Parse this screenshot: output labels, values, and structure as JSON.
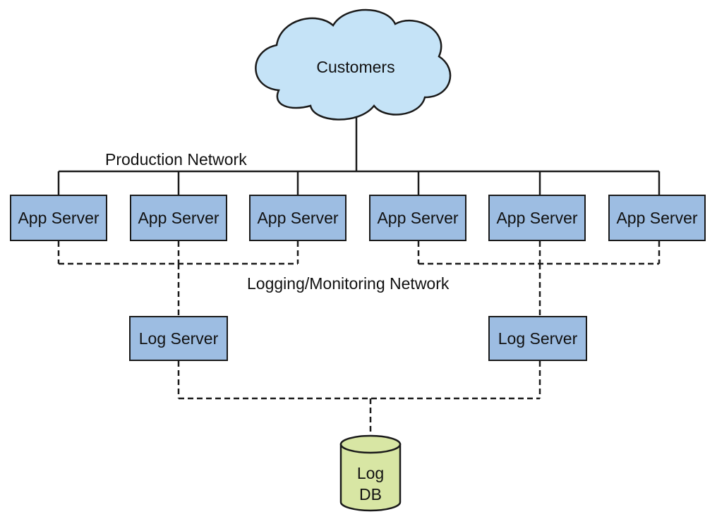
{
  "cloud": {
    "label": "Customers"
  },
  "production_network": {
    "label": "Production Network"
  },
  "logging_network": {
    "label": "Logging/Monitoring Network"
  },
  "app_servers": [
    {
      "label": "App Server"
    },
    {
      "label": "App Server"
    },
    {
      "label": "App Server"
    },
    {
      "label": "App Server"
    },
    {
      "label": "App Server"
    },
    {
      "label": "App Server"
    }
  ],
  "log_servers": [
    {
      "label": "Log Server"
    },
    {
      "label": "Log Server"
    }
  ],
  "log_db": {
    "line1": "Log",
    "line2": "DB"
  },
  "colors": {
    "cloud_fill": "#c5e3f7",
    "server_fill": "#9dbde2",
    "db_fill": "#d8e6a4",
    "line": "#1a1a1a"
  }
}
